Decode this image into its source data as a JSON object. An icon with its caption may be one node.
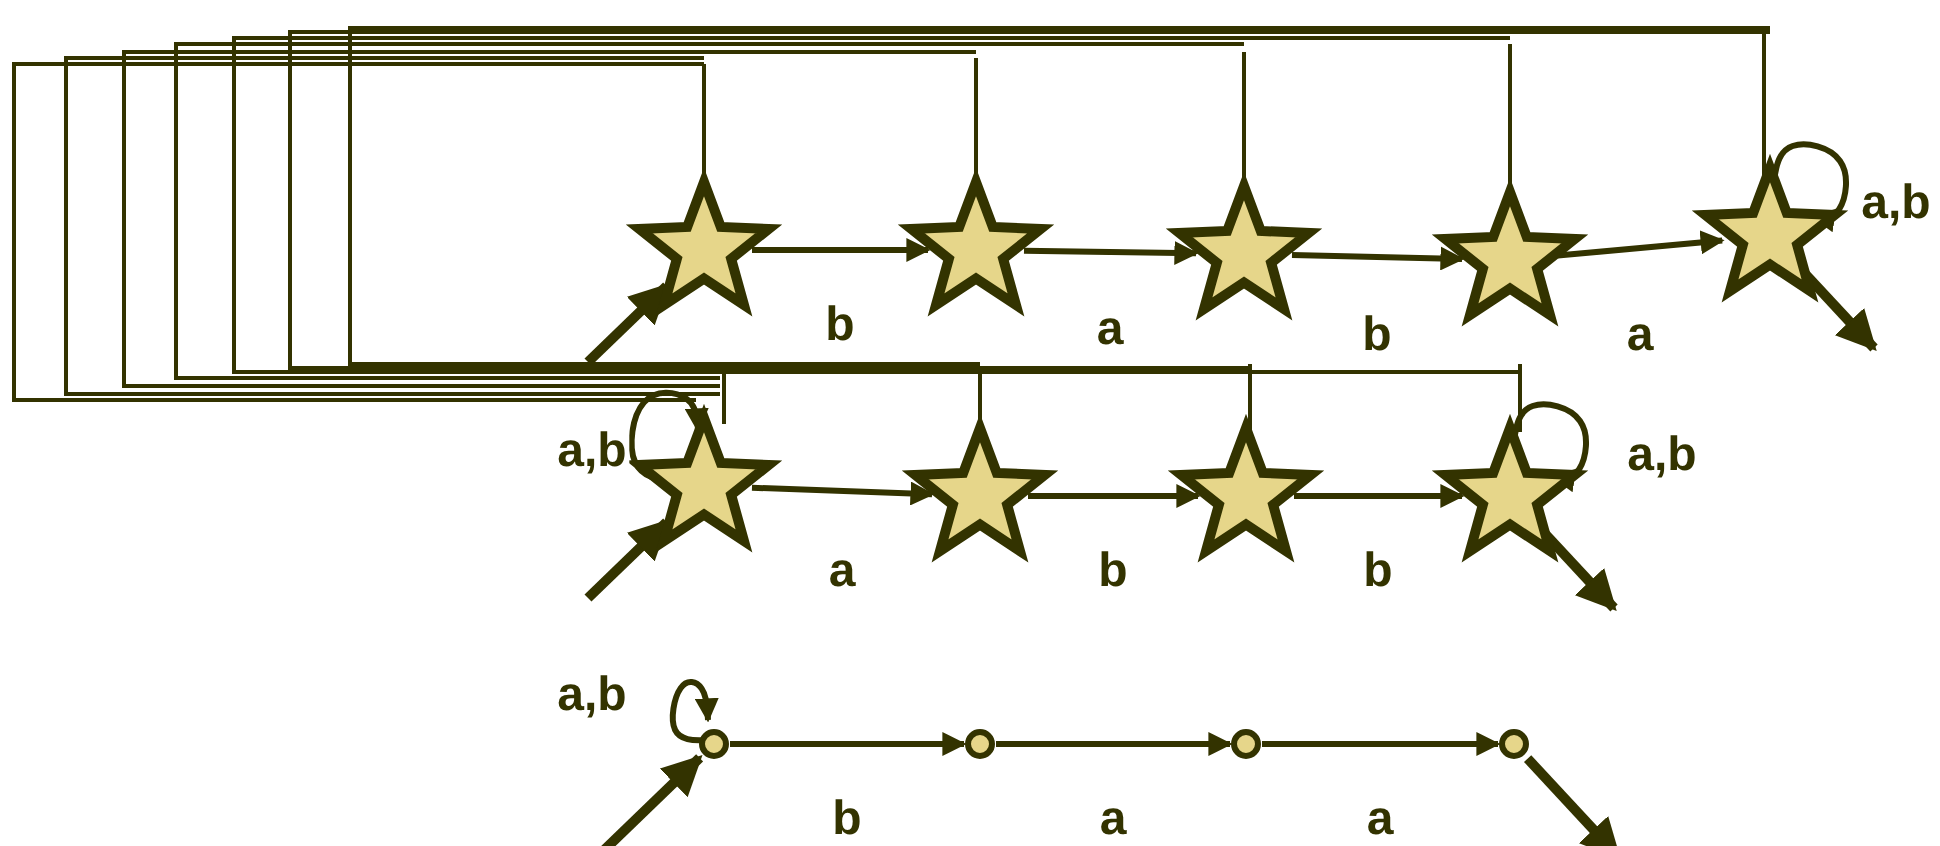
{
  "diagram": {
    "nodes": [
      {
        "text": [],
        "shape": "star"
      },
      {
        "text": [],
        "shape": "star"
      },
      {
        "text": [],
        "shape": "star"
      },
      {
        "text": [],
        "shape": "star"
      },
      {
        "text": [],
        "shape": "star"
      },
      {
        "text": [],
        "shape": "star"
      },
      {
        "text": [],
        "shape": "star"
      },
      {
        "text": [],
        "shape": "star"
      },
      {
        "text": [],
        "shape": "star"
      },
      {
        "text": [],
        "shape": "circle"
      },
      {
        "text": [],
        "shape": "circle"
      },
      {
        "text": [],
        "shape": "circle"
      },
      {
        "text": [],
        "shape": "circle"
      }
    ],
    "edges": [
      {
        "from": null,
        "to": 0,
        "arrow": "to"
      },
      {
        "from": 0,
        "to": 1,
        "arrow": "to",
        "label": "b"
      },
      {
        "from": 1,
        "to": 2,
        "arrow": "to",
        "label": "a"
      },
      {
        "from": 2,
        "to": 3,
        "arrow": "to",
        "label": "b"
      },
      {
        "from": 3,
        "to": 4,
        "arrow": "to",
        "label": "a"
      },
      {
        "from": 4,
        "to": 4,
        "arrow": "to",
        "label": "a,b"
      },
      {
        "from": 4,
        "to": null,
        "arrow": "to"
      },
      {
        "from": null,
        "to": 5,
        "arrow": "to"
      },
      {
        "from": 5,
        "to": 5,
        "arrow": "to",
        "label": "a,b"
      },
      {
        "from": 5,
        "to": 6,
        "arrow": "to",
        "label": "a"
      },
      {
        "from": 6,
        "to": 7,
        "arrow": "to",
        "label": "b"
      },
      {
        "from": 7,
        "to": 8,
        "arrow": "to",
        "label": "b"
      },
      {
        "from": 8,
        "to": 8,
        "arrow": "to",
        "label": "a,b"
      },
      {
        "from": 8,
        "to": null,
        "arrow": "to"
      },
      {
        "from": null,
        "to": 9,
        "arrow": "to"
      },
      {
        "from": 9,
        "to": 9,
        "arrow": "to",
        "label": "a,b"
      },
      {
        "from": 9,
        "to": 10,
        "arrow": "to",
        "label": "b"
      },
      {
        "from": 10,
        "to": 11,
        "arrow": "to",
        "label": "a"
      },
      {
        "from": 11,
        "to": 12,
        "arrow": "to",
        "label": "a"
      },
      {
        "from": 12,
        "to": null,
        "arrow": "to"
      }
    ]
  }
}
